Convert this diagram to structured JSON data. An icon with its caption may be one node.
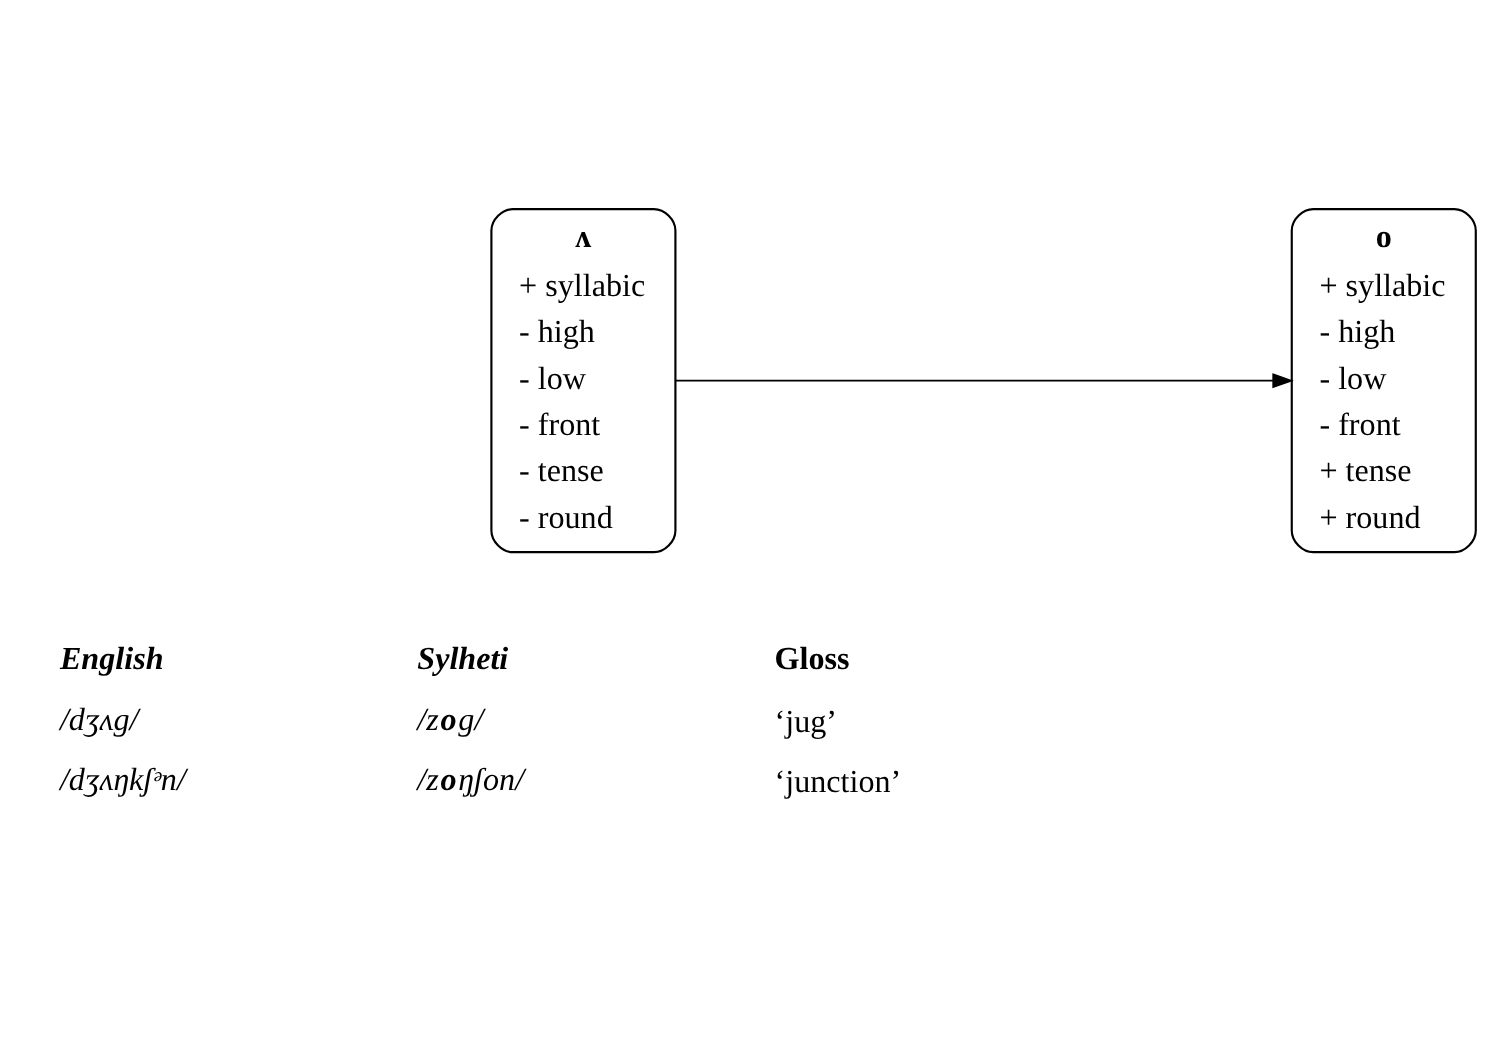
{
  "diagram": {
    "nodes": [
      {
        "text": [
          "ʌ",
          "+ syllabic",
          "- high",
          "- low",
          "- front",
          "- tense",
          "- round"
        ]
      },
      {
        "text": [
          "o",
          "+ syllabic",
          "- high",
          "- low",
          "- front",
          "+ tense",
          "+ round"
        ]
      }
    ],
    "edges": [
      {
        "from": 0,
        "to": 1,
        "arrow": "to"
      }
    ],
    "labels": [
      "English",
      "Sylheti",
      "Gloss",
      "/dʒʌg/",
      "/z**o**g/",
      "‘jug’",
      "/dʒʌŋkʃᵊn/",
      "/z**o**ŋʃon/",
      "‘junction’"
    ]
  }
}
